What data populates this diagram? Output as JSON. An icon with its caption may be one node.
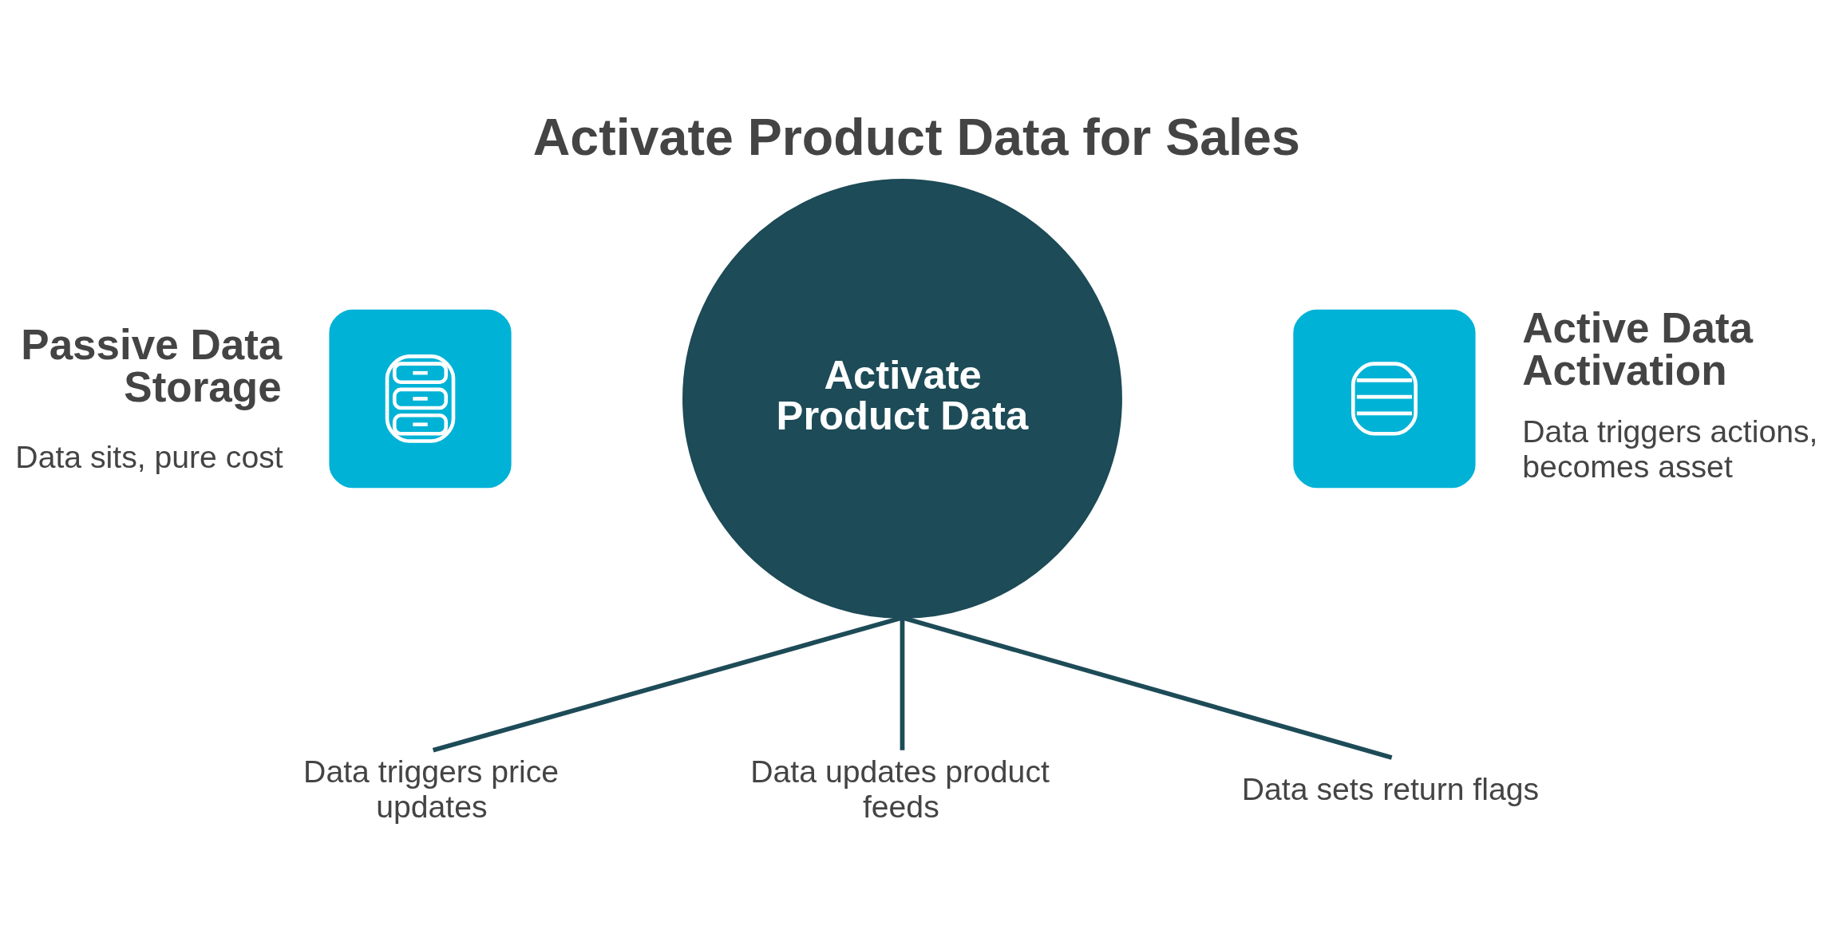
{
  "diagram": {
    "title": "Activate Product Data for Sales",
    "nodes": [
      {
        "text": [
          "Passive Data Storage",
          "Data sits, pure cost"
        ]
      },
      {
        "text": [
          "Activate Product Data"
        ]
      },
      {
        "text": [
          "Active Data Activation",
          "Data triggers actions, becomes asset"
        ]
      },
      {
        "text": [
          "Data triggers price updates"
        ]
      },
      {
        "text": [
          "Data updates product feeds"
        ]
      },
      {
        "text": [
          "Data sets return flags"
        ]
      }
    ],
    "edges": [
      {
        "from": 1,
        "to": 3,
        "arrow": "none"
      },
      {
        "from": 1,
        "to": 4,
        "arrow": "none"
      },
      {
        "from": 1,
        "to": 5,
        "arrow": "none"
      }
    ]
  }
}
